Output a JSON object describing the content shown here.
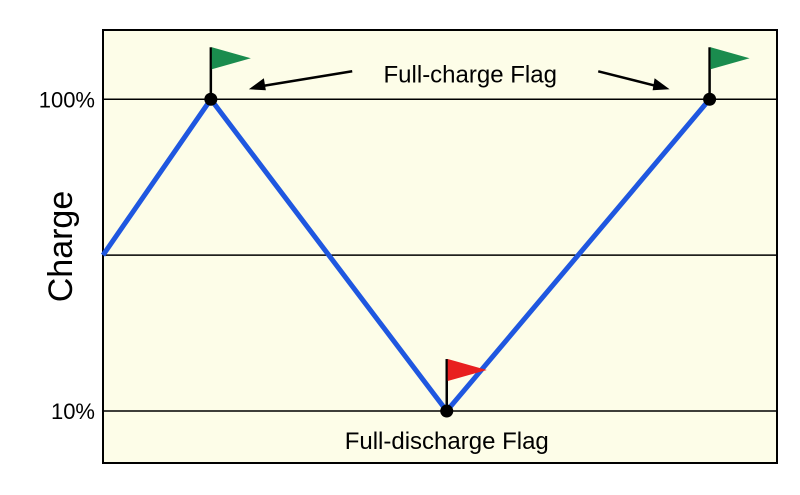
{
  "chart_data": {
    "type": "line",
    "title": "",
    "xlabel": "",
    "ylabel": "Charge",
    "y_ticks": [
      {
        "value": 100,
        "label": "100%"
      },
      {
        "value": 10,
        "label": "10%"
      }
    ],
    "gridlines_y": [
      100,
      55,
      10
    ],
    "ylim": [
      -5,
      120
    ],
    "xlim": [
      0,
      100
    ],
    "grid": true,
    "legend": "none",
    "series": [
      {
        "values": [
          {
            "x": 0,
            "y": 55
          },
          {
            "x": 16,
            "y": 100
          },
          {
            "x": 51,
            "y": 10
          },
          {
            "x": 90,
            "y": 100
          }
        ]
      }
    ],
    "flags": [
      {
        "x": 16,
        "y": 100,
        "kind": "full-charge",
        "color": "#1a8c4e"
      },
      {
        "x": 51,
        "y": 10,
        "kind": "full-discharge",
        "color": "#e81f1f"
      },
      {
        "x": 90,
        "y": 100,
        "kind": "full-charge",
        "color": "#1a8c4e"
      }
    ],
    "annotations": {
      "full_charge": "Full-charge Flag",
      "full_discharge": "Full-discharge Flag"
    },
    "colors": {
      "plot_background": "#fdfde8",
      "line": "#1f57e0",
      "grid": "#000000"
    }
  }
}
